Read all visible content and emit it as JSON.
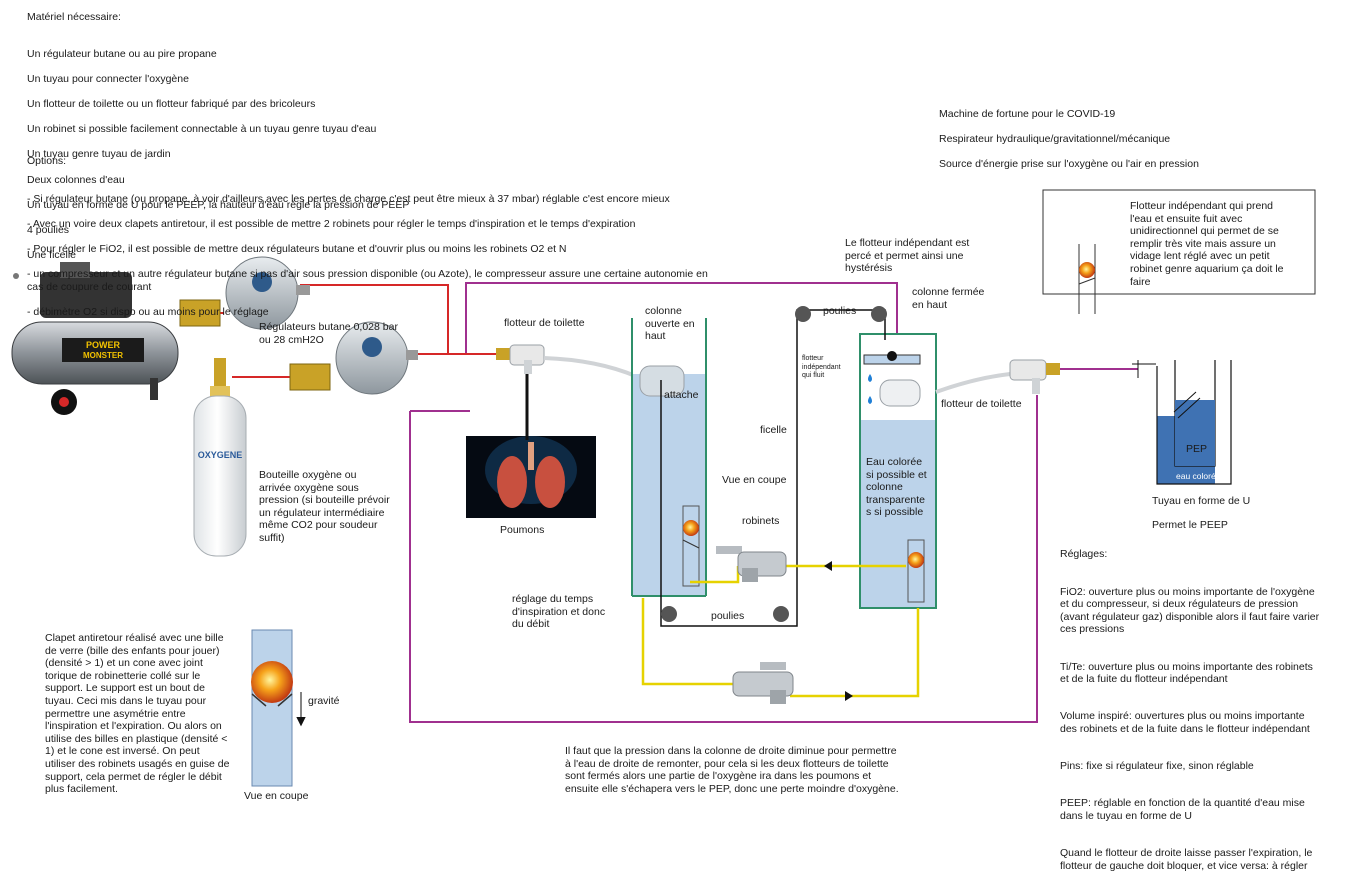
{
  "materiel": {
    "title": "Matériel nécessaire:",
    "items": [
      "Un régulateur butane ou au pire propane",
      "Un tuyau pour connecter l'oxygène",
      "Un flotteur de toilette ou un flotteur fabriqué par des bricoleurs",
      "Un robinet si possible facilement connectable à un tuyau genre tuyau d'eau",
      "Un tuyau genre tuyau de jardin",
      "Deux colonnes d'eau",
      "Un tuyau en forme de U pour le PEEP, la hauteur d'eau règle la pression de PEEP",
      "4 poulies",
      "Une ficelle"
    ]
  },
  "options": {
    "title": "Options:",
    "items": [
      "- Si régulateur butane (ou propane, à voir d'ailleurs avec les pertes de charge c'est peut être mieux à 37 mbar) réglable c'est encore mieux",
      "- Avec un voire deux clapets antiretour, il est possible de mettre 2 robinets pour régler le temps d'inspiration et le temps d'expiration",
      "- Pour régler le FiO2, il est possible de mettre deux régulateurs butane et d'ouvrir plus ou moins les robinets O2 et N",
      "- un compresseur et un autre régulateur butane si pas d'air sous pression disponible (ou Azote), le compresseur assure une certaine autonomie en\ncas de coupure de courant",
      "- débimètre O2 si dispo ou au moins pour le réglage"
    ]
  },
  "machine": [
    "Machine de fortune pour le COVID-19",
    "Respirateur hydraulique/gravitationnel/mécanique",
    "Source d'énergie prise sur l'oxygène ou l'air en pression"
  ],
  "floatbox_text": "Flotteur indépendant qui prend\nl'eau et ensuite fuit avec\nunidirectionnel qui permet de se\nremplir très vite mais assure un\nvidage lent réglé avec un petit\nrobinet genre aquarium ça doit le\nfaire",
  "labels": {
    "flotteur_indep": "Le flotteur indépendant est\npercé et permet ainsi une\nhystérésis",
    "colonne_fermee": "colonne fermée\nen haut",
    "poulies_top": "poulies",
    "poulies_bottom": "poulies",
    "flotteur_toilette_left": "flotteur de toilette",
    "flotteur_toilette_right": "flotteur de toilette",
    "colonne_ouverte": "colonne\nouverte en\nhaut",
    "attache": "attache",
    "ficelle": "ficelle",
    "vue_coupe_mid": "Vue en coupe",
    "robinets": "robinets",
    "flotteur_small": "flotteur\nindépendant\nqui fluit",
    "eau_coloree": "Eau colorée\nsi possible et\ncolonne\ntransparente\ns si possible",
    "regulateurs": "Régulateurs butane 0,028 bar\nou 28 cmH2O",
    "bouteille": "Bouteille oxygène ou\narrivée oxygène sous\npression (si bouteille prévoir\nun régulateur intermédiaire\nmême CO2 pour soudeur\nsuffit)",
    "poumons": "Poumons",
    "reglage_temps": "réglage du temps\nd'inspiration et donc\ndu débit",
    "pep": "PEP",
    "eau_u": "eau coloré",
    "tuyau_u": "Tuyau en forme de U",
    "permet_peep": "Permet le PEEP",
    "gravite": "gravité",
    "vue_coupe_bottom": "Vue en coupe",
    "compressor_brand_1": "POWER",
    "compressor_brand_2": "MONSTER",
    "bottle_label": "OXYGENE"
  },
  "reglages": {
    "title": "Réglages:",
    "items": [
      "FiO2: ouverture plus ou moins importante de l'oxygène\net du compresseur, si deux régulateurs de pression\n(avant régulateur gaz) disponible alors il faut faire varier\nces pressions",
      "Ti/Te: ouverture plus ou moins importante des robinets\net de la fuite du flotteur indépendant",
      "Volume inspiré: ouvertures plus ou moins importante\ndes robinets et de la fuite dans le flotteur indépendant",
      "Pins: fixe si régulateur fixe, sinon réglable",
      "PEEP: réglable en fonction de la quantité d'eau mise\ndans le tuyau en forme de U",
      "Quand le flotteur de droite laisse passer l'expiration, le\nflotteur de gauche doit bloquer, et vice versa: à régler"
    ]
  },
  "clapet_text": "Clapet antiretour réalisé avec une bille\nde verre (bille des enfants pour jouer)\n(densité > 1) et un cone avec joint\ntorique de robinetterie collé sur le\nsupport. Le support est un bout de\ntuyau. Ceci mis dans le tuyau pour\npermettre une asymétrie entre\nl'inspiration et l'expiration. Ou alors on\nutilise des billes en plastique (densité <\n1) et  le cone est inversé. On peut\nutiliser des robinets usagés en guise de\nsupport, cela permet de régler le débit\nplus facilement.",
  "bottom_note": "Il faut que la pression dans la colonne de droite diminue pour permettre\nà l'eau de droite de remonter, pour cela si les deux flotteurs de toilette\nsont fermés alors une partie de l'oxygène ira dans les poumons et\nensuite elle s'échapera vers le PEP, donc une perte moindre d'oxygène.",
  "colors": {
    "oxygen_line": "#d62828",
    "exhaust_line": "#a0308f",
    "water_line": "#e6d200",
    "column_border": "#2f8f6a",
    "column_water": "#bcd3ea"
  }
}
